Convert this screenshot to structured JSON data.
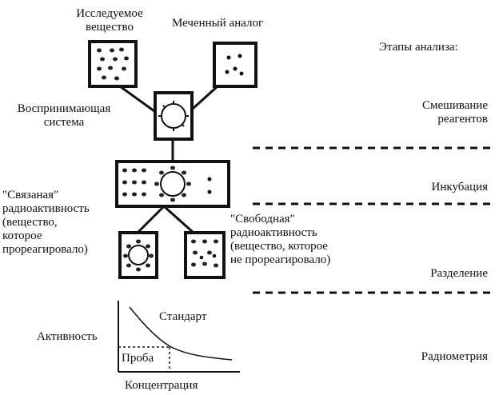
{
  "labels": {
    "test_substance": "Исследуемое\nвещество",
    "labeled_analog": "Меченный аналог",
    "receptor": "Воспринимающая\nсистема",
    "bound": "\"Связаная\"\nрадиоактивность\n(вещество,\nкоторое\nпрореагировало)",
    "free": "\"Свободная\"\nрадиоактивность\n(вещество, которое\nне прореагировало)",
    "activity": "Активность",
    "standard": "Стандарт",
    "sample": "Проба",
    "concentration": "Концентрация"
  },
  "stages": {
    "title": "Этапы анализа:",
    "mixing": "Смешивание\nреагентов",
    "incubation": "Инкубация",
    "separation": "Разделение",
    "radiometry": "Радиометрия"
  }
}
